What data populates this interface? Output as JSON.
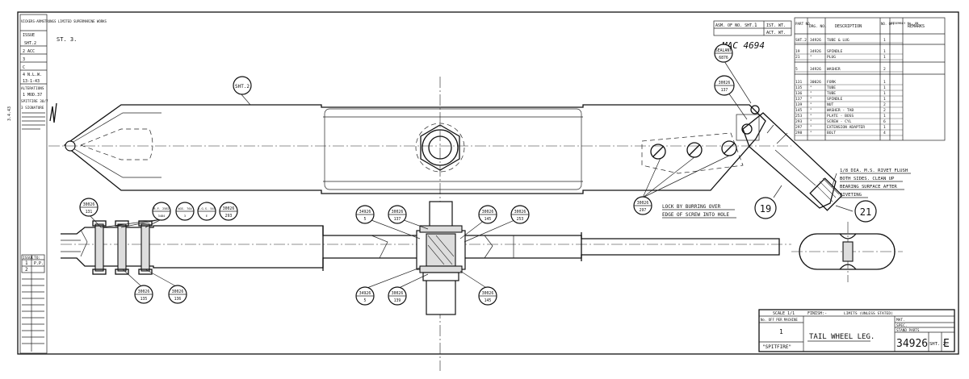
{
  "revision_block": {
    "header": "VICKERS-ARMSTRONGS LIMITED SUPERMARINE WORKS",
    "issue": "ISSUE",
    "lines": [
      "SHT.2",
      "2 ACC",
      "3",
      "C",
      "4 N.L.W.",
      "13-1-43",
      "ALTERATIONS",
      "1 MOD.37",
      "SPITFIRE 30/7",
      "3 SIGNATURE"
    ],
    "side_note": "3.4.43"
  },
  "drawing_note": "ST. 3.",
  "sheet_ref": {
    "label": "ASM. OF NO. SHT.",
    "value": "1",
    "ist_wt": "IST. WT.",
    "act_wt": "ACT. WT."
  },
  "mac_number": "MAC 4694",
  "parts_list": {
    "headers": [
      "PART NO.",
      "DRG. NO.",
      "DESCRIPTION",
      "NO. OFF",
      "ASSEMBLY No. ON",
      "REMARKS"
    ],
    "rows": [
      {
        "part": "SHT.2",
        "drg": "34926",
        "desc": "TUBE & LUG",
        "qty": "1"
      },
      {
        "part": "19",
        "drg": "34926",
        "desc": "SPINDLE",
        "qty": "1"
      },
      {
        "part": "21",
        "drg": "\"",
        "desc": "PLUG",
        "qty": "1"
      },
      {
        "part": "5",
        "drg": "34926",
        "desc": "WASHER",
        "qty": "2"
      },
      {
        "part": "131",
        "drg": "30026",
        "desc": "FORK",
        "qty": "1"
      },
      {
        "part": "135",
        "drg": "\"",
        "desc": "TUBE",
        "qty": "1"
      },
      {
        "part": "136",
        "drg": "\"",
        "desc": "TUBE",
        "qty": "1"
      },
      {
        "part": "137",
        "drg": "\"",
        "desc": "SPINDLE",
        "qty": "1"
      },
      {
        "part": "139",
        "drg": "\"",
        "desc": "NUT",
        "qty": "2"
      },
      {
        "part": "145",
        "drg": "\"",
        "desc": "WASHER - TAB",
        "qty": "2"
      },
      {
        "part": "253",
        "drg": "\"",
        "desc": "PLATE - BOSS",
        "qty": "1"
      },
      {
        "part": "293",
        "drg": "\"",
        "desc": "SCREW - CYL",
        "qty": "6"
      },
      {
        "part": "297",
        "drg": "\"",
        "desc": "EXTENSION ADAPTER",
        "qty": "1"
      },
      {
        "part": "298",
        "drg": "\"",
        "desc": "BOLT",
        "qty": "4"
      }
    ]
  },
  "callouts": {
    "sht2": "SHT.2",
    "c1": {
      "top": "30026",
      "bot": "137"
    },
    "c2": {
      "top": "30026",
      "bot": "131"
    },
    "c3": {
      "top": "B.F. 2582",
      "bot": "3484"
    },
    "c4": {
      "top": "AGS. 764",
      "bot": "3"
    },
    "c5": {
      "top": "A.G.S. 545",
      "bot": "E"
    },
    "c6": {
      "top": "30026",
      "bot": "293"
    },
    "c7": {
      "top": "34926",
      "bot": "5"
    },
    "c8": {
      "top": "30026",
      "bot": "137"
    },
    "c9": {
      "top": "30026",
      "bot": "145"
    },
    "c10": {
      "top": "30026",
      "bot": "253"
    },
    "c11": {
      "top": "30026",
      "bot": "297"
    },
    "c12": {
      "top": "30026",
      "bot": "135"
    },
    "c13": {
      "top": "30026",
      "bot": "136"
    },
    "c14": {
      "top": "34926",
      "bot": "5"
    },
    "c15": {
      "top": "30026",
      "bot": "139"
    },
    "c16": {
      "top": "30026",
      "bot": "145"
    },
    "c17": {
      "top": "SEALANT",
      "bot": "6876"
    },
    "c18": {
      "top": "30026",
      "bot": "297"
    },
    "n19": "19",
    "n21": "21"
  },
  "notes": {
    "lock": [
      "LOCK BY BURRING OVER",
      "EDGE OF SCREW INTO HOLE"
    ],
    "rivet": [
      "1/8 DIA. M.S. RIVET FLUSH",
      "BOTH SIDES. CLEAN UP",
      "BEARING SURFACE AFTER",
      "RIVETING"
    ]
  },
  "issue_table": {
    "header": [
      "ISSUE",
      "TO:"
    ],
    "rows": [
      [
        "1",
        "P.P."
      ],
      [
        "2",
        ""
      ]
    ]
  },
  "title_block": {
    "scale": "SCALE 1/1",
    "finish": "FINISH:-",
    "limits": "LIMITS (UNLESS STATED)",
    "no_off_label": "No. OFF PER MACHINE",
    "no_off": "1",
    "title": "TAIL WHEEL LEG.",
    "type": "\"SPITFIRE\"",
    "mat": "MAT.",
    "spec": "SPEC.",
    "stand_parts": "STAND PARTS",
    "drawing_no": "34926",
    "sheet": "SHT. 2.",
    "issue_letter": "E"
  }
}
